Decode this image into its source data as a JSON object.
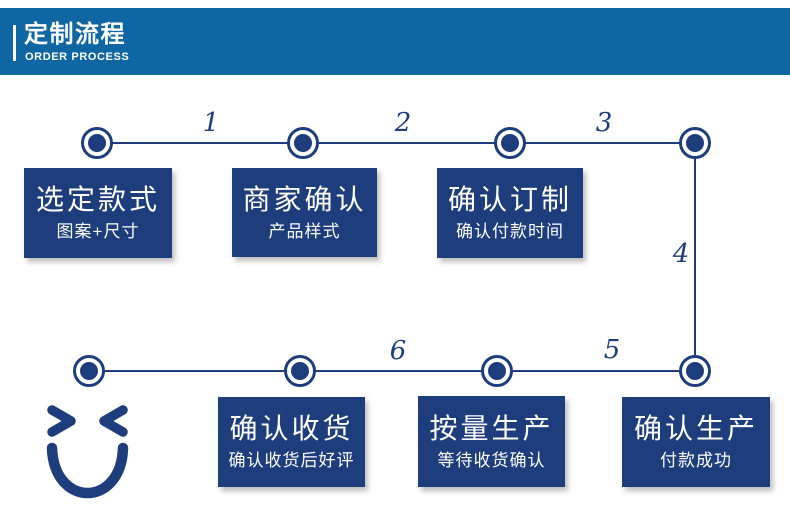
{
  "title_bar": {
    "title": "定制流程",
    "subtitle": "ORDER PROCESS"
  },
  "colors": {
    "header_blue": "#0e67a2",
    "navy": "#1e3d7c",
    "text_white": "#ffffff"
  },
  "steps": [
    {
      "order": 1,
      "title": "选定款式",
      "subtitle": "图案+尺寸"
    },
    {
      "order": 2,
      "title": "商家确认",
      "subtitle": "产品样式"
    },
    {
      "order": 3,
      "title": "确认订制",
      "subtitle": "确认付款时间"
    },
    {
      "order": 4,
      "title": "确认生产",
      "subtitle": "付款成功"
    },
    {
      "order": 5,
      "title": "按量生产",
      "subtitle": "等待收货确认"
    },
    {
      "order": 6,
      "title": "确认收货",
      "subtitle": "确认收货后好评"
    }
  ],
  "connector_labels": [
    "1",
    "2",
    "3",
    "4",
    "5",
    "6"
  ],
  "icons": {
    "smiley": "winking-smiley-icon",
    "node": "flow-node-circle"
  }
}
